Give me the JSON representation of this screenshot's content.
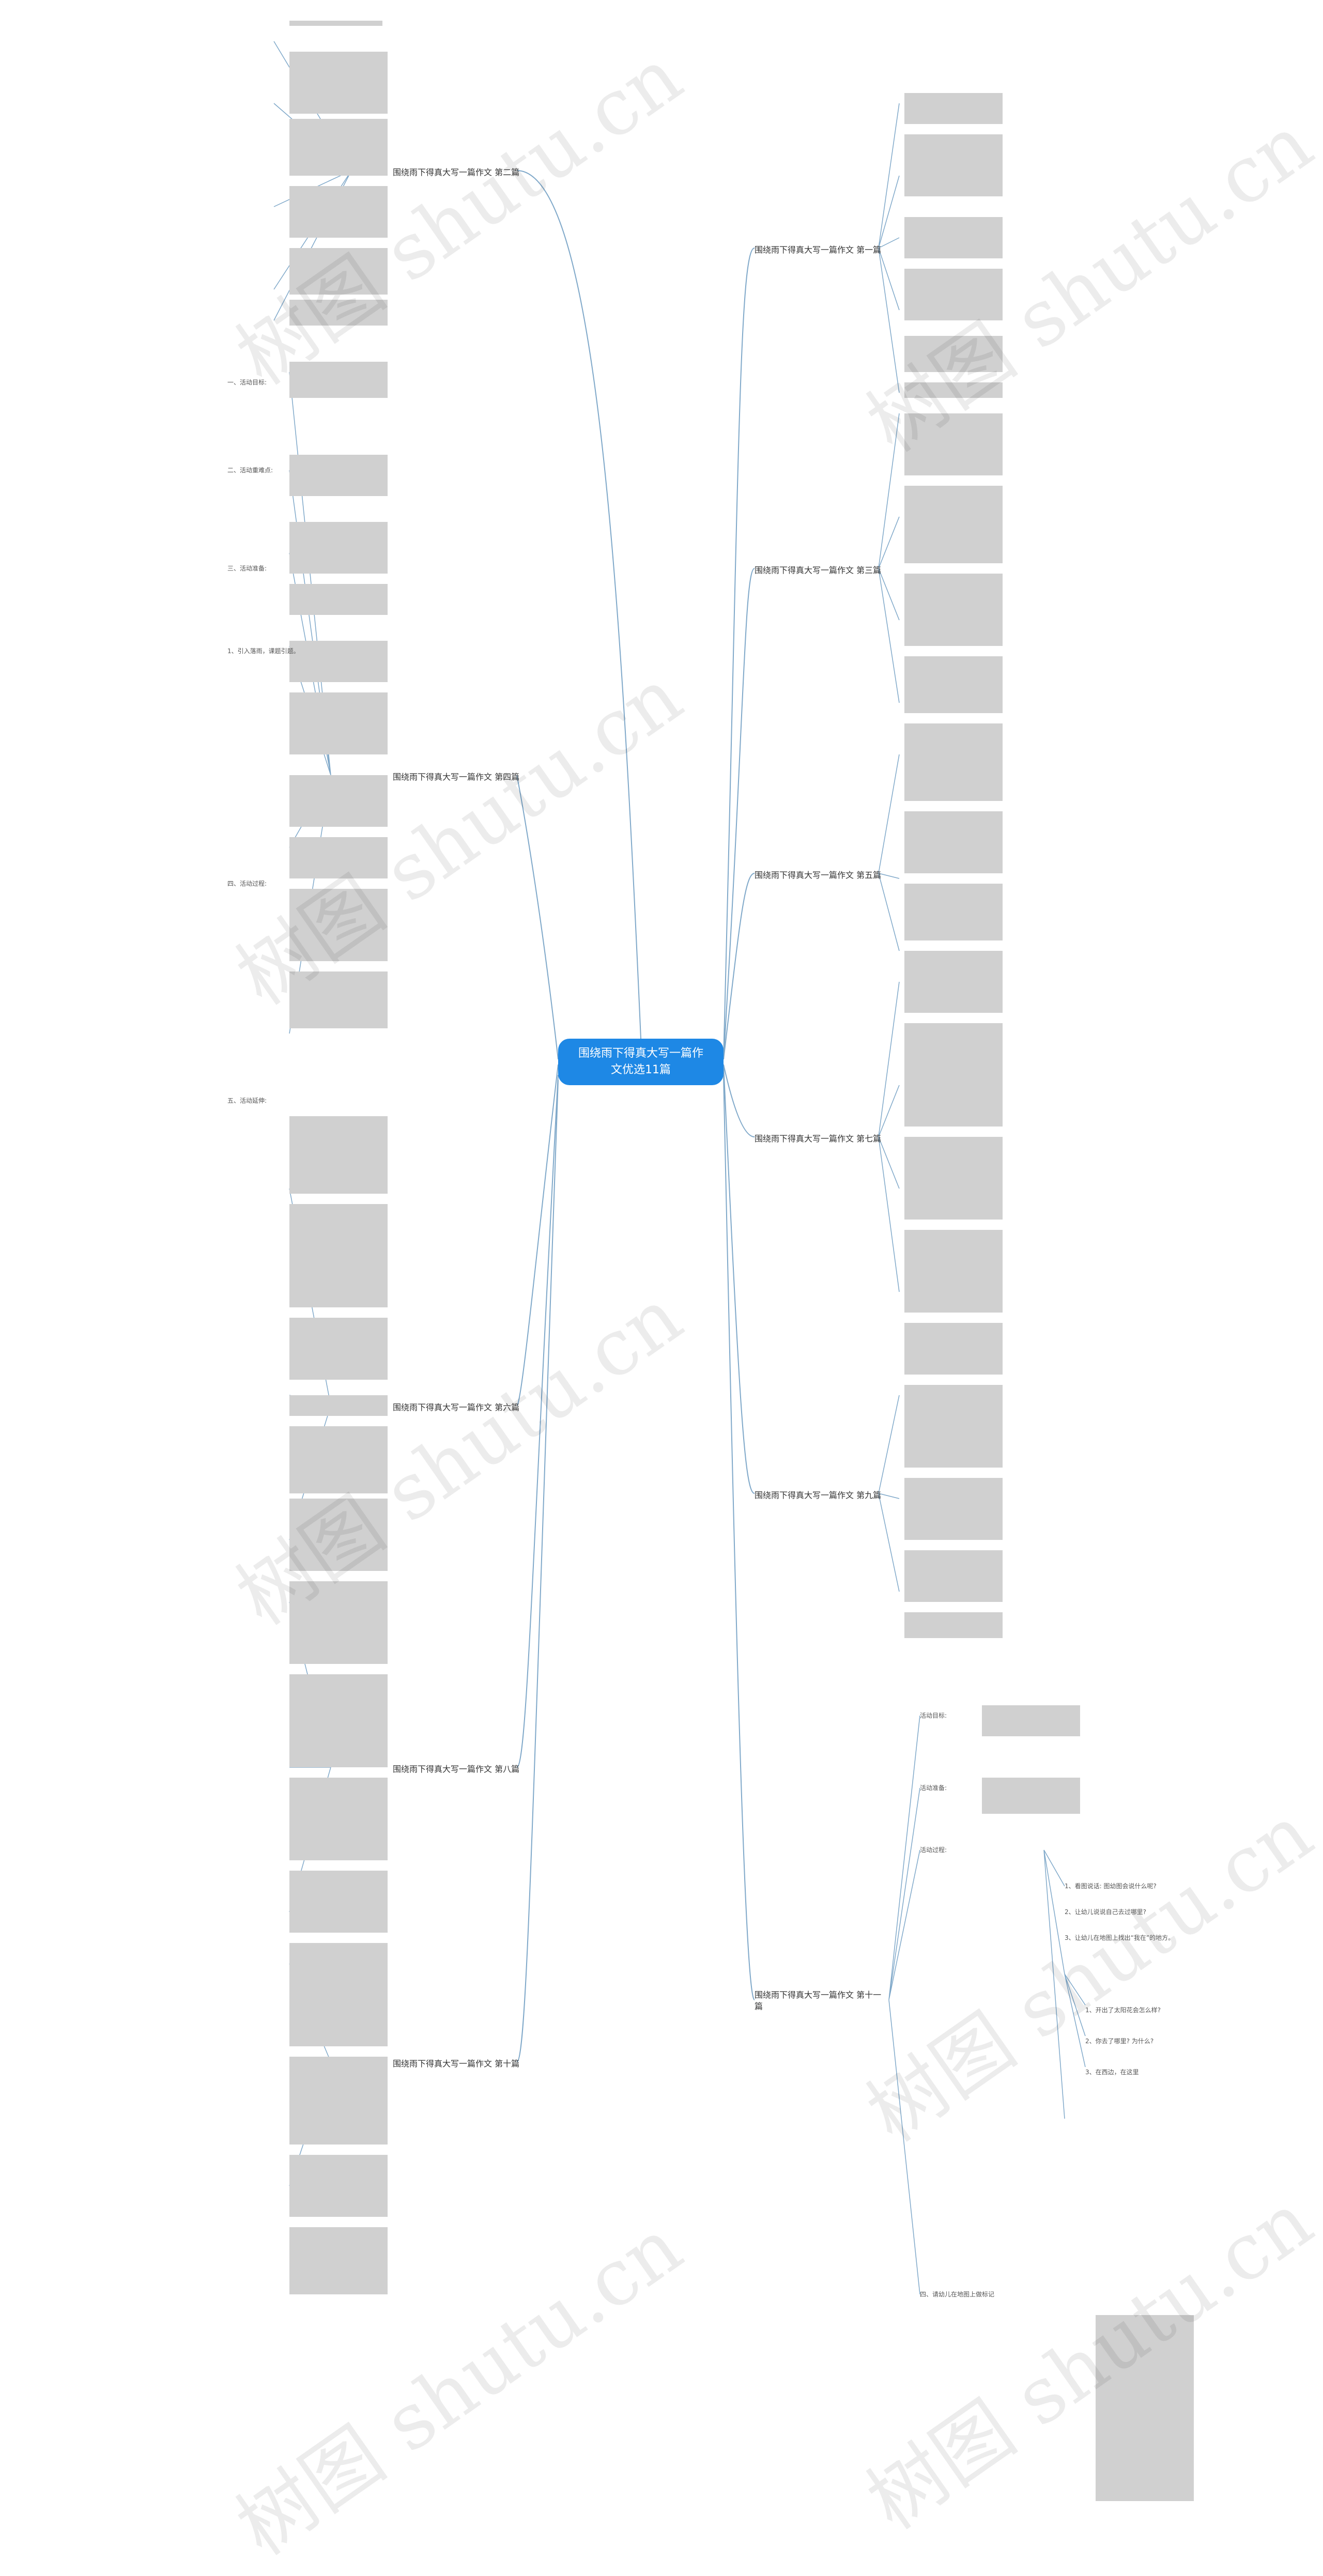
{
  "root": {
    "line1": "围绕雨下得真大写一篇作",
    "line2": "文优选11篇"
  },
  "branches": {
    "b1": "围绕雨下得真大写一篇作文 第一篇",
    "b2": "围绕雨下得真大写一篇作文 第二篇",
    "b3": "围绕雨下得真大写一篇作文 第三篇",
    "b4": "围绕雨下得真大写一篇作文 第四篇",
    "b5": "围绕雨下得真大写一篇作文 第五篇",
    "b6": "围绕雨下得真大写一篇作文 第六篇",
    "b7": "围绕雨下得真大写一篇作文 第七篇",
    "b8": "围绕雨下得真大写一篇作文 第八篇",
    "b9": "围绕雨下得真大写一篇作文 第九篇",
    "b10": "围绕雨下得真大写一篇作文 第十篇",
    "b11a": "围绕雨下得真大写一篇作文 第十一",
    "b11b": "篇"
  },
  "b4_sub": {
    "s1": "一、活动目标:",
    "s2": "二、活动重难点:",
    "s3": "三、活动准备:",
    "s4": "1、引入落雨，课题引题。",
    "s5": "四、活动过程:",
    "s6": "五、活动延伸:"
  },
  "b11_sub": {
    "s1": "活动目标:",
    "s2": "活动准备:",
    "s3": "活动过程:",
    "s4": "四、请幼儿在地图上做标记",
    "q1": "1、看图说话: 图幼图会说什么呢?",
    "q2": "2、让幼儿说说自己去过哪里?",
    "q3": "3、让幼儿在地图上找出“我在”的地方。",
    "r1": "1、开出了太阳花会怎么样?",
    "r2": "2、你去了哪里? 为什么?",
    "r3": "3、在西边，在这里"
  },
  "watermarks": [
    "树图 shutu.cn",
    "树图 shutu.cn",
    "树图 shutu.cn",
    "树图 shutu.cn",
    "树图 shutu.cn",
    "树图 shutu.cn",
    "树图 shutu.cn"
  ],
  "colors": {
    "root": "#1e88e5",
    "line": "#7fa8c9",
    "text": "#333333"
  }
}
